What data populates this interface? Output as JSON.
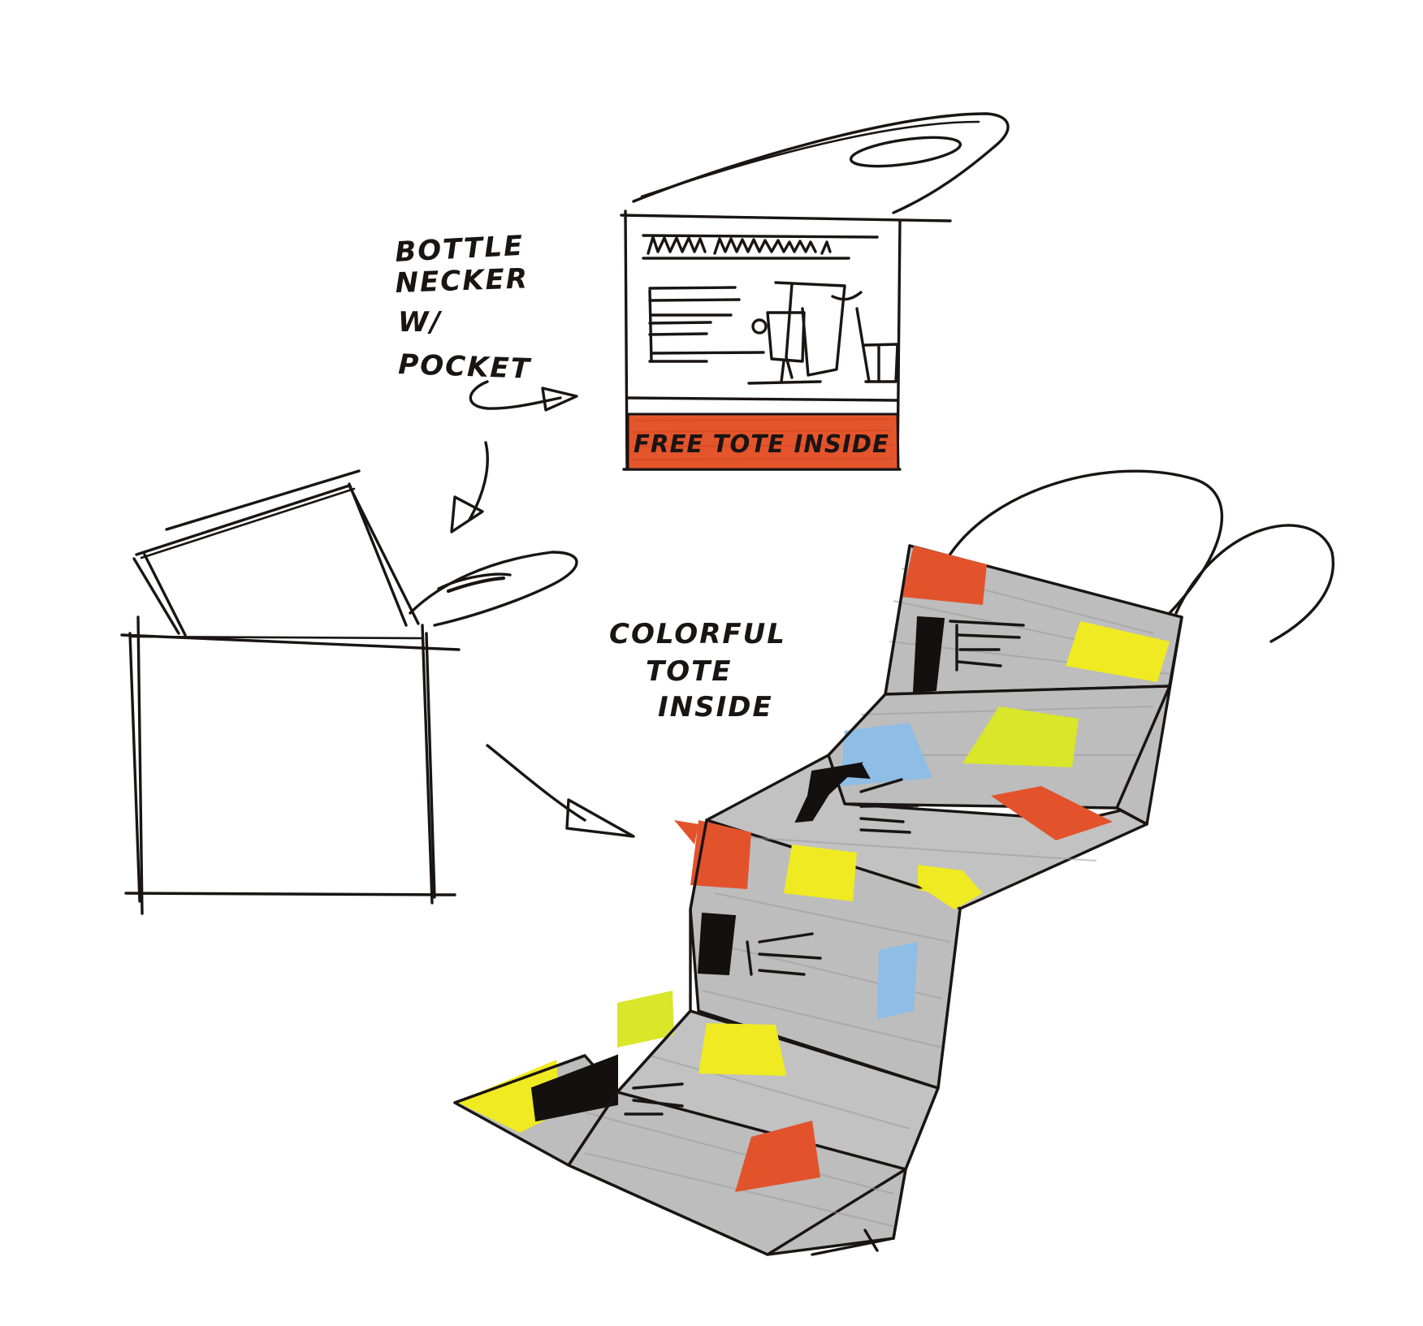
{
  "labels": {
    "necker_label": [
      "BOTTLE",
      "NECKER",
      "W/",
      "POCKET"
    ],
    "tote_label": [
      "COLORFUL",
      "TOTE",
      "INSIDE"
    ],
    "banner_text": "FREE TOTE INSIDE"
  },
  "colors": {
    "ink": "#1a1414",
    "banner_red": "#e4552c",
    "tote_red": "#e2532c",
    "tote_yellow": "#f0ea22",
    "tote_lime": "#d9e62a",
    "tote_blue": "#8ebde6",
    "tote_gray": "#b9b9b9",
    "tote_black": "#141010"
  },
  "icons": [
    "pen-sketch-bottle-necker",
    "pen-sketch-tote-bag",
    "arrow-icon"
  ]
}
